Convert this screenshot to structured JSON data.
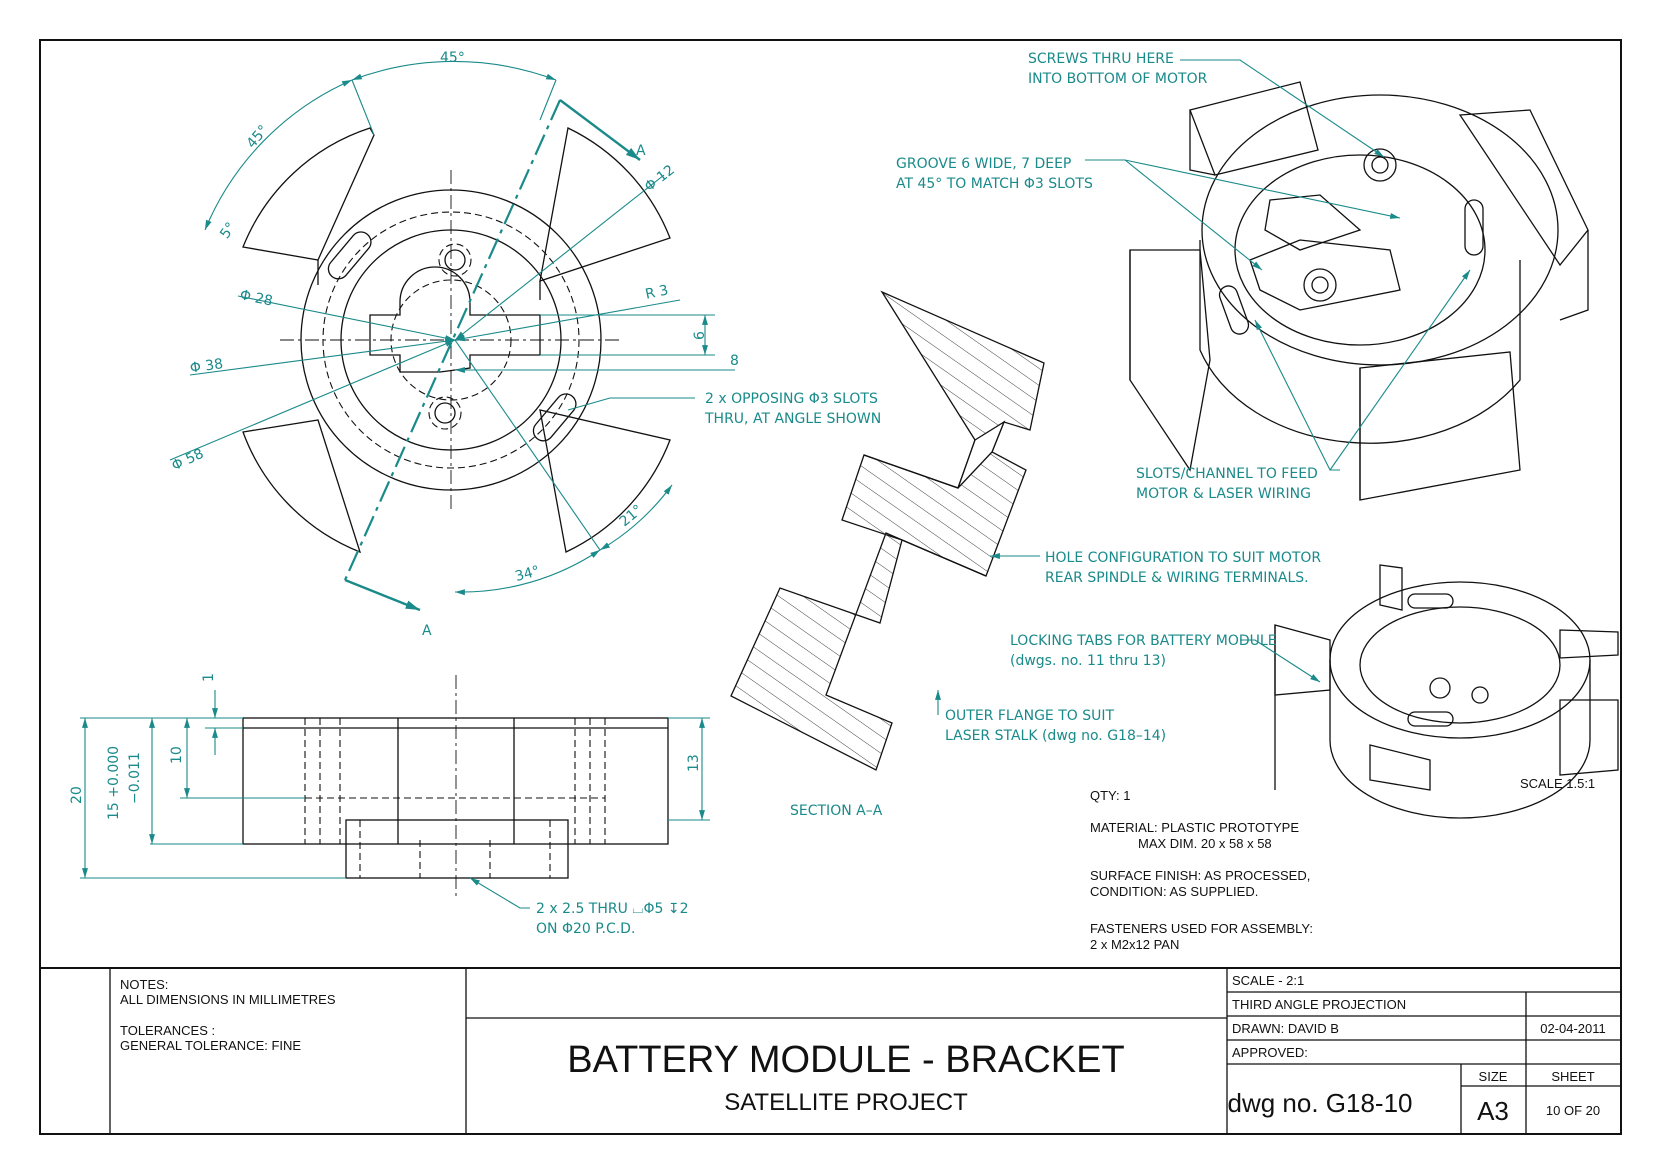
{
  "colors": {
    "annotation": "#1a8a8a",
    "ink": "#111111",
    "paper": "#ffffff"
  },
  "plan_view": {
    "angle_top": "45°",
    "angle_left": "45°",
    "angle_5": "5°",
    "dia_12": "Φ 12",
    "dia_28": "Φ 28",
    "dia_38": "Φ 38",
    "dia_58": "Φ 58",
    "r3": "R 3",
    "dim_6": "6",
    "dim_8": "8",
    "angle_21": "21°",
    "angle_34": "34°",
    "section_a_top": "A",
    "section_a_bottom": "A",
    "slots_note_1": "2 x OPPOSING Φ3 SLOTS",
    "slots_note_2": "THRU, AT ANGLE SHOWN"
  },
  "front_view": {
    "dim_1": "1",
    "dim_10": "10",
    "dim_13": "13",
    "dim_20": "20",
    "dim_15_tol": "15 +0.000",
    "dim_15_tol2": "−0.011",
    "hole_note_1": "2 x 2.5 THRU   ⌴Φ5 ↧2",
    "hole_note_2": "ON Φ20 P.C.D."
  },
  "section": {
    "title": "SECTION A–A",
    "hole_note_1": "HOLE CONFIGURATION TO SUIT MOTOR",
    "hole_note_2": "REAR SPINDLE & WIRING TERMINALS.",
    "flange_note_1": "OUTER FLANGE TO SUIT",
    "flange_note_2": "LASER STALK (dwg no. G18–14)"
  },
  "iso_view": {
    "screws_1": "SCREWS THRU HERE",
    "screws_2": "INTO BOTTOM OF MOTOR",
    "groove_1": "GROOVE 6 WIDE, 7 DEEP",
    "groove_2": "AT 45° TO MATCH Φ3 SLOTS",
    "slots_1": "SLOTS/CHANNEL TO FEED",
    "slots_2": "MOTOR & LASER WIRING",
    "locking_1": "LOCKING TABS FOR BATTERY MODULE",
    "locking_2": "(dwgs. no. 11 thru 13)",
    "scale": "SCALE 1.5:1"
  },
  "specs": {
    "qty": "QTY:  1",
    "material_1": "MATERIAL:  PLASTIC PROTOTYPE",
    "material_2": "MAX DIM.  20  x  58  x  58",
    "finish_1": "SURFACE FINISH:  AS PROCESSED,",
    "finish_2": "CONDITION:  AS SUPPLIED.",
    "fasteners_1": "FASTENERS USED FOR ASSEMBLY:",
    "fasteners_2": "2  x  M2x12 PAN"
  },
  "title_block": {
    "notes_label": "NOTES:",
    "notes_1": "ALL DIMENSIONS IN MILLIMETRES",
    "tolerances_label": "TOLERANCES :",
    "tolerances_1": "GENERAL TOLERANCE:  FINE",
    "title": "BATTERY MODULE - BRACKET",
    "subtitle": "SATELLITE PROJECT",
    "scale": "SCALE - 2:1",
    "projection": "THIRD ANGLE PROJECTION",
    "drawn": "DRAWN:   DAVID B",
    "date": "02-04-2011",
    "approved": "APPROVED:",
    "dwg_no": "dwg no. G18-10",
    "size_label": "SIZE",
    "size": "A3",
    "sheet_label": "SHEET",
    "sheet": "10 OF 20"
  }
}
